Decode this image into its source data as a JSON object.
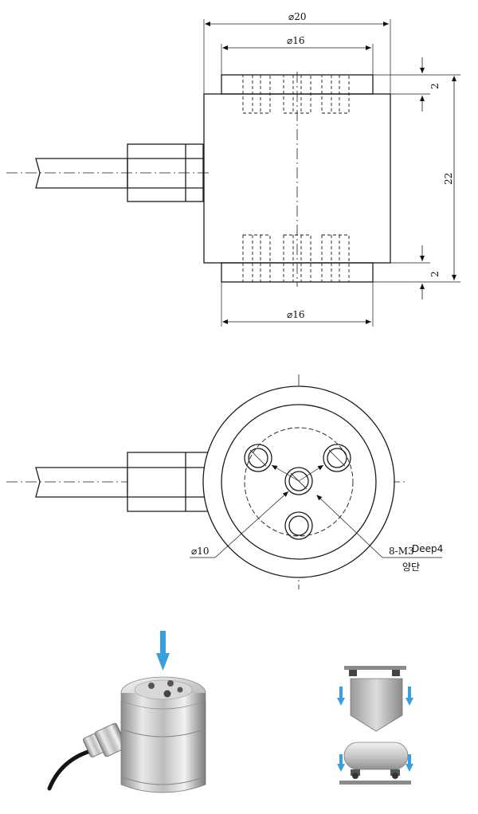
{
  "side_view": {
    "dim_top_outer": "⌀20",
    "dim_top_inner": "⌀16",
    "dim_bottom": "⌀16",
    "dim_height": "22",
    "dim_step_top": "2",
    "dim_step_bottom": "2"
  },
  "top_view": {
    "dim_bolt_circle": "⌀10",
    "thread_label": "8-M3",
    "thread_depth": "Deep4",
    "thread_note": "양단"
  },
  "colors": {
    "line": "#1a1a1a",
    "arrow_blue": "#3aa0dc",
    "steel_light": "#e8e8e8",
    "steel_dark": "#9a9a9a"
  }
}
